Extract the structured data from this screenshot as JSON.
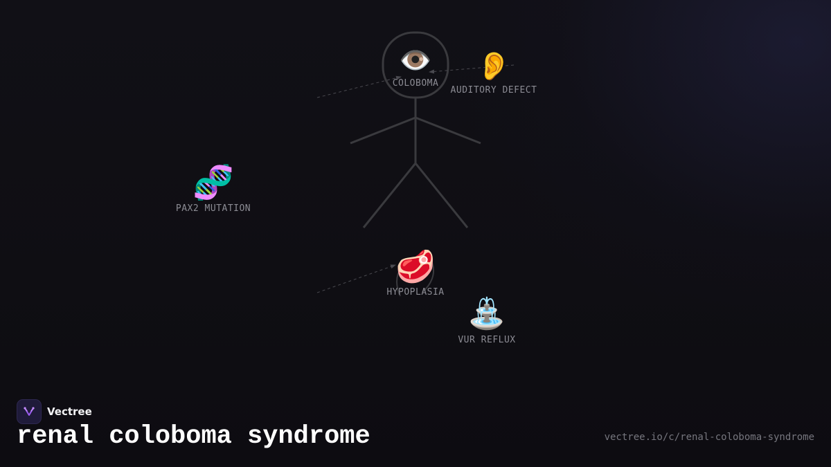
{
  "brand": {
    "name": "Vectree",
    "logo_icon": "vectree-logo-icon",
    "accent": "#9b5cf0"
  },
  "title": "renal coloboma syndrome",
  "url": "vectree.io/c/renal-coloboma-syndrome",
  "diagram": {
    "figure": "stick-figure-body",
    "stroke_color": "#3a3a3e",
    "nodes": [
      {
        "id": "coloboma",
        "label": "COLOBOMA",
        "icon": "👁️",
        "icon_name": "eye-icon"
      },
      {
        "id": "auditory-defect",
        "label": "AUDITORY DEFECT",
        "icon": "👂",
        "icon_name": "ear-icon"
      },
      {
        "id": "pax2-mutation",
        "label": "PAX2 MUTATION",
        "icon": "🧬",
        "icon_name": "dna-icon"
      },
      {
        "id": "hypoplasia",
        "label": "HYPOPLASIA",
        "icon": "🥩",
        "icon_name": "meat-icon"
      },
      {
        "id": "vur-reflux",
        "label": "VUR REFLUX",
        "icon": "⛲",
        "icon_name": "fountain-icon"
      }
    ]
  }
}
